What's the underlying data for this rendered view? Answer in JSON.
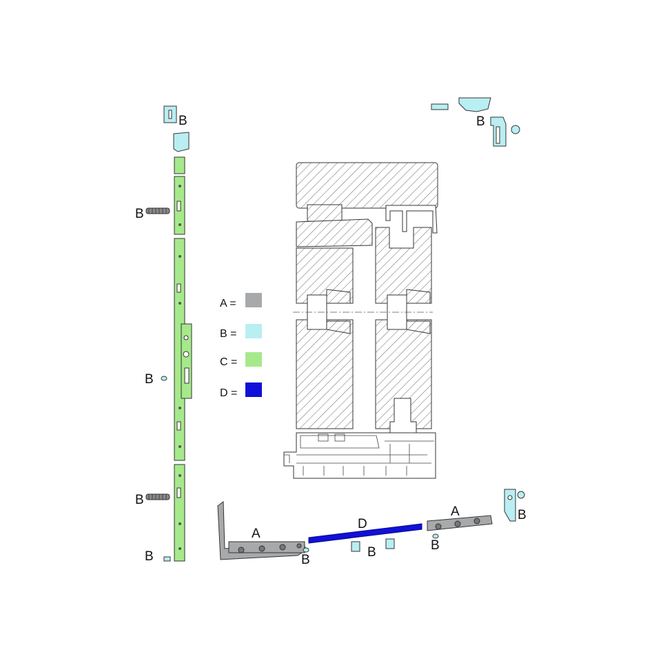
{
  "colors": {
    "A": "#a7a9ab",
    "B": "#b9eef2",
    "C": "#a6e98b",
    "D": "#1010d8",
    "frame_fill": "#ffffff",
    "line": "#333333"
  },
  "legend": [
    {
      "key": "A",
      "text": "A ="
    },
    {
      "key": "B",
      "text": "B ="
    },
    {
      "key": "C",
      "text": "C ="
    },
    {
      "key": "D",
      "text": "D ="
    }
  ],
  "labels": {
    "a": "A",
    "b": "B",
    "d": "D"
  }
}
